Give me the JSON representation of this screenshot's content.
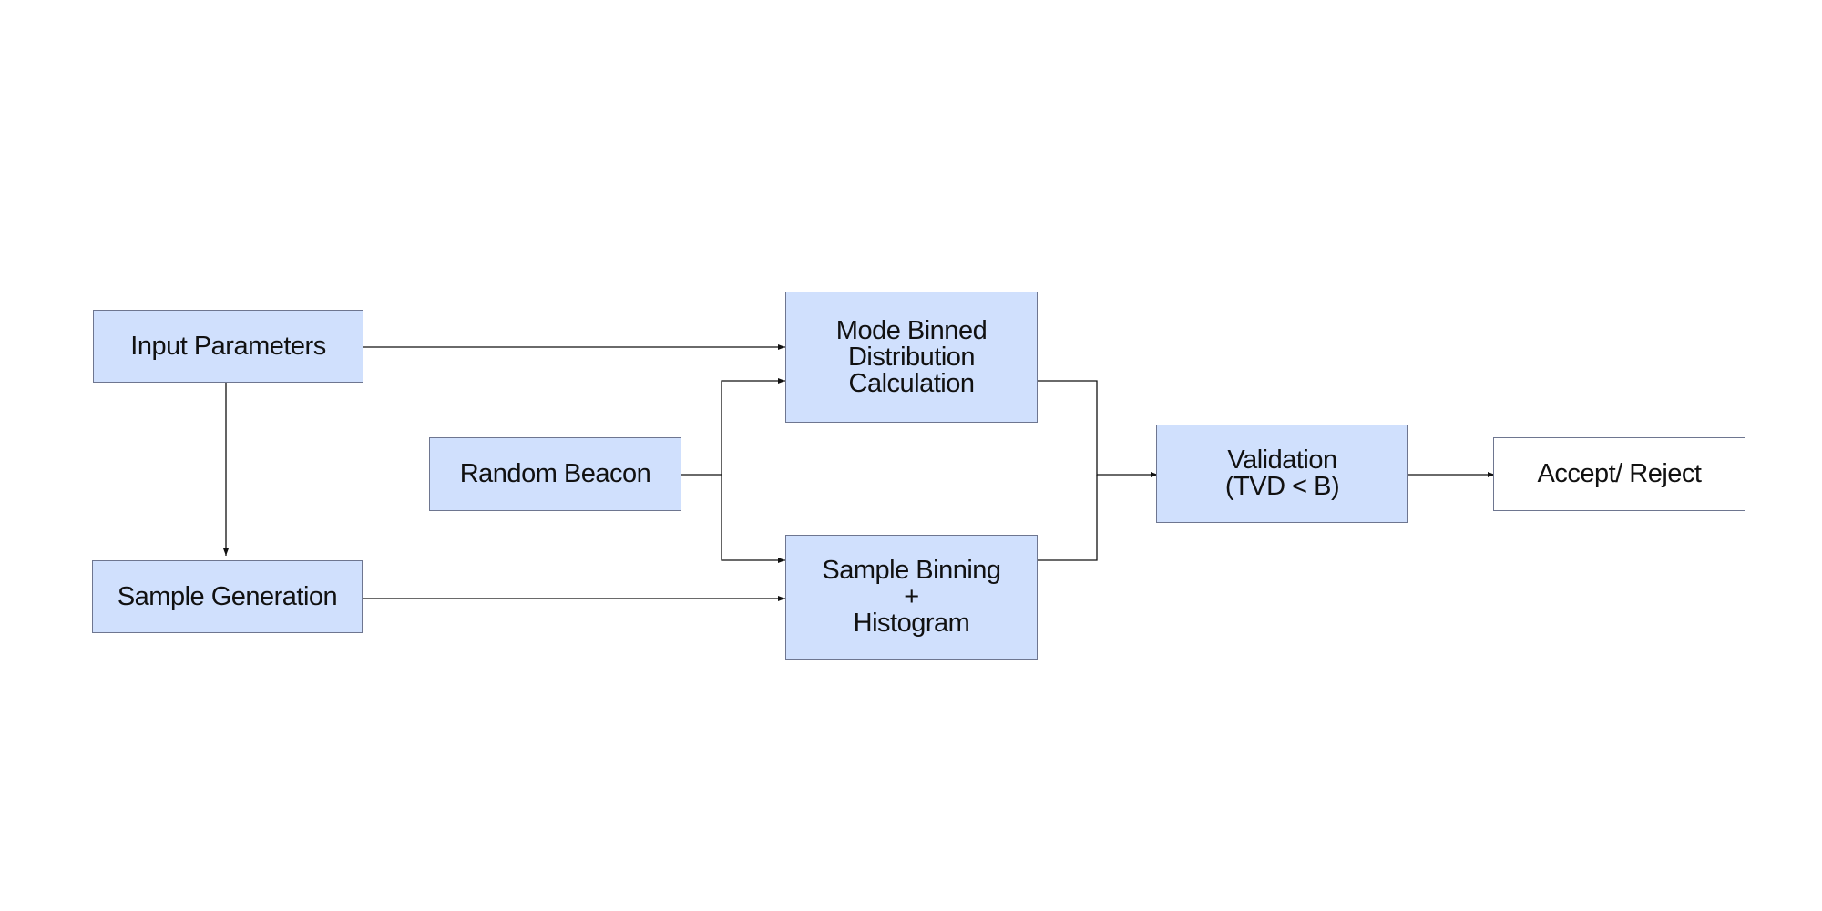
{
  "colors": {
    "node_fill": "#d0e0fd",
    "terminal_fill": "#ffffff",
    "border": "#6e7690",
    "edge": "#111111",
    "text": "#111111"
  },
  "nodes": {
    "input_parameters": {
      "lines": [
        "Input Parameters"
      ]
    },
    "sample_generation": {
      "lines": [
        "Sample Generation"
      ]
    },
    "random_beacon": {
      "lines": [
        "Random Beacon"
      ]
    },
    "mode_binned": {
      "lines": [
        "Mode Binned",
        "Distribution",
        "Calculation"
      ]
    },
    "sample_binning": {
      "lines": [
        "Sample Binning",
        "+",
        "Histogram"
      ]
    },
    "validation": {
      "lines": [
        "Validation",
        "(TVD < B)"
      ]
    },
    "accept_reject": {
      "lines": [
        "Accept/ Reject"
      ]
    }
  },
  "edges": [
    {
      "from": "input_parameters",
      "to": "mode_binned"
    },
    {
      "from": "input_parameters",
      "to": "sample_generation"
    },
    {
      "from": "sample_generation",
      "to": "sample_binning"
    },
    {
      "from": "random_beacon",
      "to": "mode_binned"
    },
    {
      "from": "random_beacon",
      "to": "sample_binning"
    },
    {
      "from": "mode_binned",
      "to": "validation"
    },
    {
      "from": "sample_binning",
      "to": "validation"
    },
    {
      "from": "validation",
      "to": "accept_reject"
    }
  ]
}
